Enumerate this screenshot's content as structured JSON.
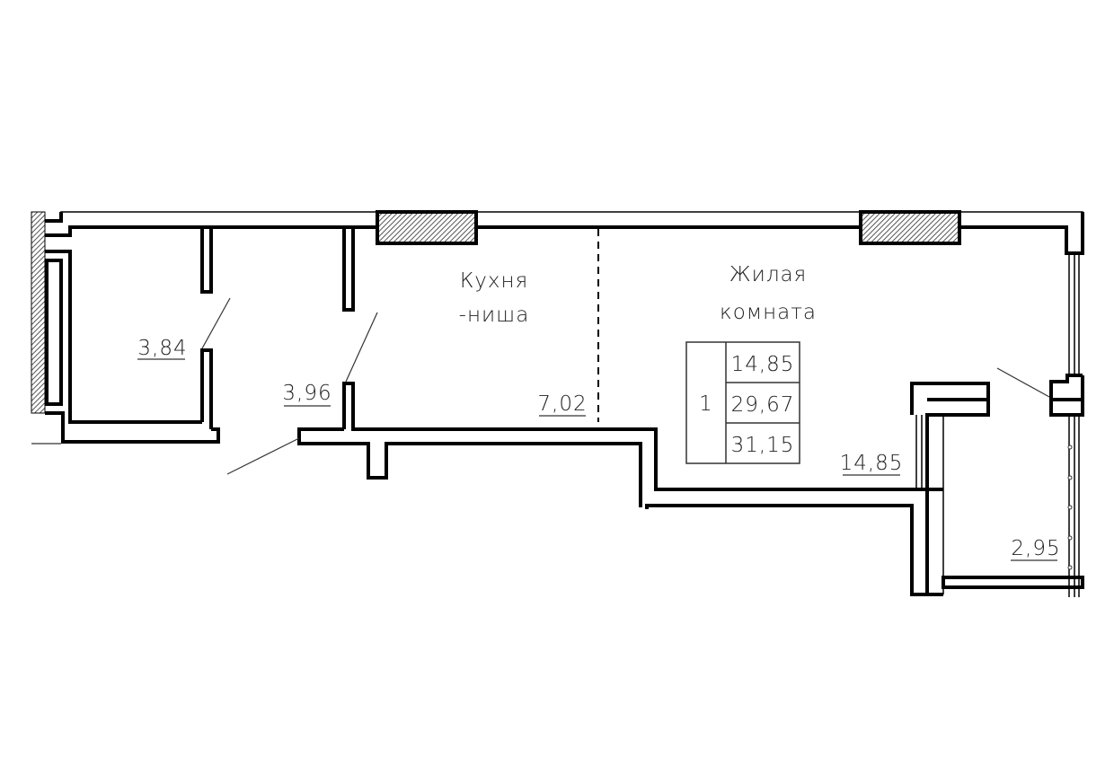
{
  "rooms": {
    "kitchen_line1": "Кухня",
    "kitchen_line2": "-ниша",
    "living_line1": "Жилая",
    "living_line2": "комната"
  },
  "areas": {
    "bathroom": "3,84",
    "hall": "3,96",
    "kitchen": "7,02",
    "living": "14,85",
    "balcony": "2,95"
  },
  "summary_table": {
    "rooms_count": "1",
    "living_area": "14,85",
    "total_area": "29,67",
    "total_with_balcony": "31,15"
  }
}
